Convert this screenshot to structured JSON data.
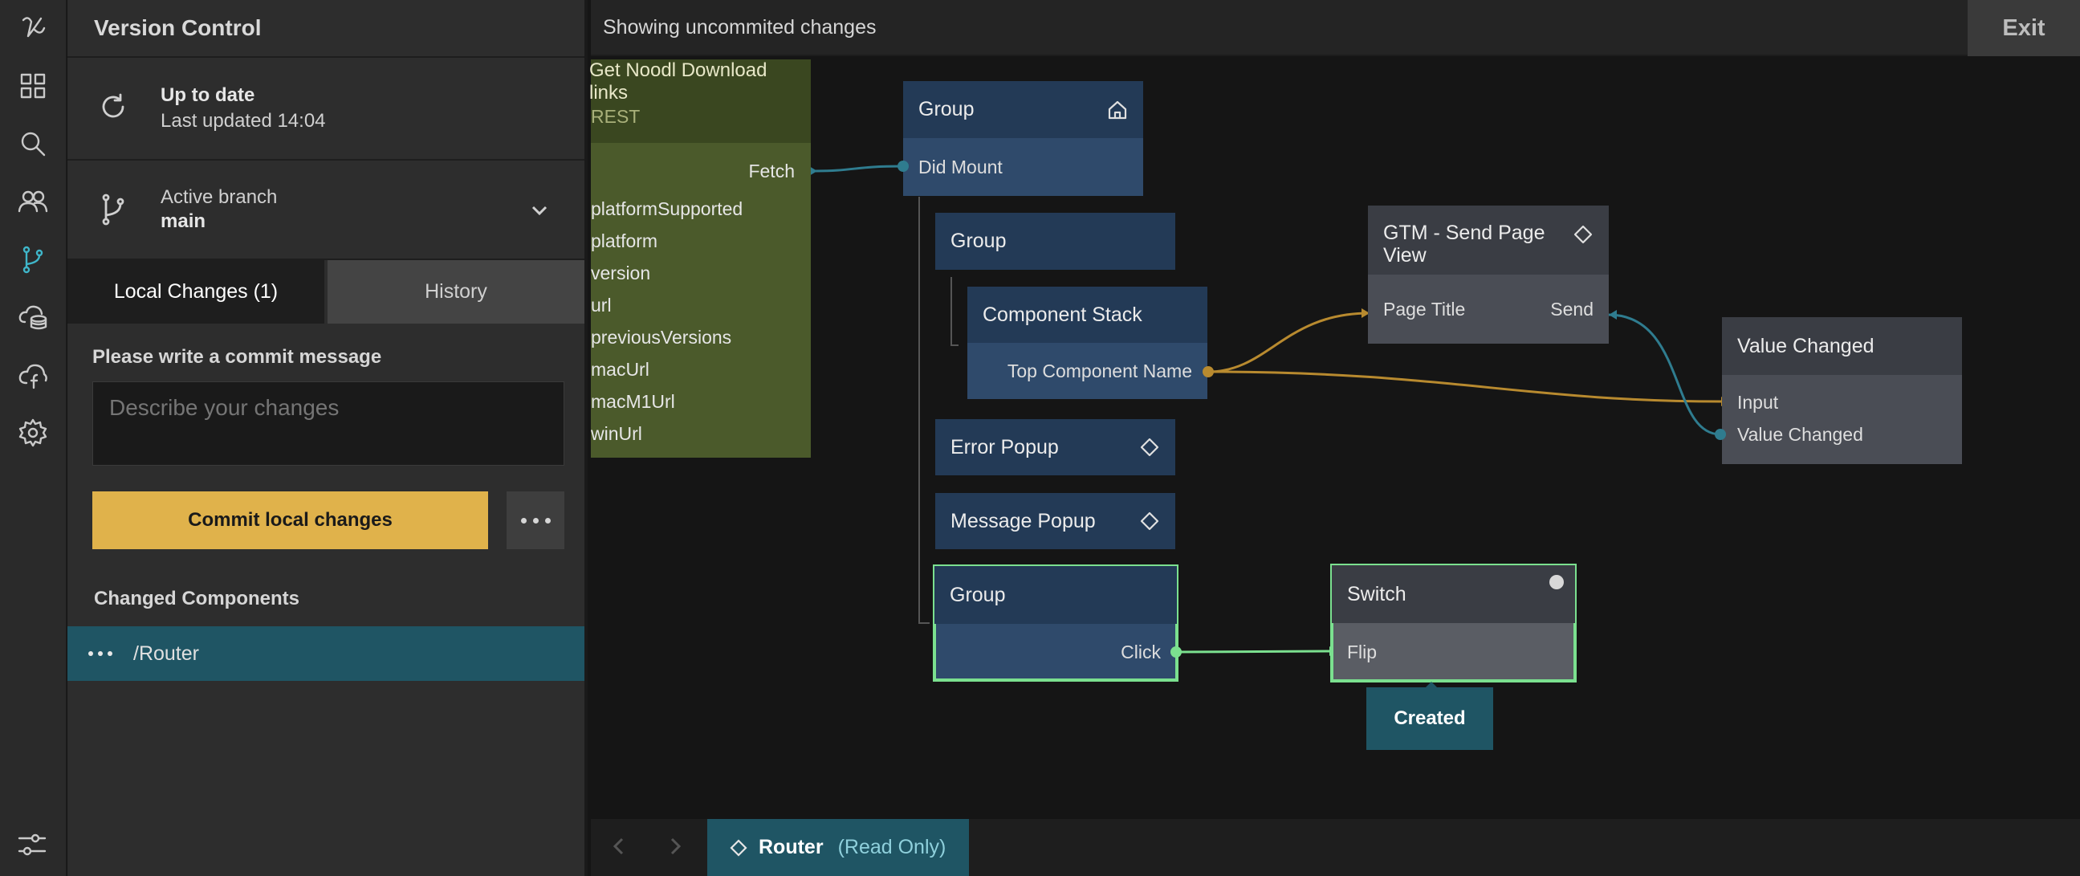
{
  "rail": {
    "icons": [
      "logo-icon",
      "components-grid-icon",
      "search-icon",
      "users-icon",
      "version-control-icon",
      "cloud-services-icon",
      "cloud-functions-icon",
      "settings-icon",
      "sliders-icon"
    ]
  },
  "panel": {
    "title": "Version Control",
    "status": {
      "primary": "Up to date",
      "secondary": "Last updated 14:04"
    },
    "branch": {
      "label": "Active branch",
      "name": "main"
    },
    "tabs": [
      {
        "label": "Local Changes (1)",
        "active": true
      },
      {
        "label": "History",
        "active": false
      }
    ],
    "commit": {
      "label": "Please write a commit message",
      "placeholder": "Describe your changes",
      "button": "Commit local changes"
    },
    "changed": {
      "title": "Changed Components",
      "items": [
        "/Router"
      ]
    }
  },
  "canvas": {
    "title": "Showing uncommited changes",
    "exit_label": "Exit",
    "rest_node": {
      "title": "Get Noodl Download links",
      "subtitle": "REST",
      "input": "Fetch",
      "outputs": [
        "platformSupported",
        "platform",
        "version",
        "url",
        "previousVersions",
        "macUrl",
        "macM1Url",
        "winUrl"
      ]
    },
    "nodes": {
      "group_root": {
        "title": "Group",
        "port": "Did Mount"
      },
      "group_child": {
        "title": "Group"
      },
      "component_stack": {
        "title": "Component Stack",
        "port": "Top Component Name"
      },
      "error_popup": {
        "title": "Error Popup"
      },
      "message_popup": {
        "title": "Message Popup"
      },
      "group_created": {
        "title": "Group",
        "port": "Click"
      },
      "gtm": {
        "title": "GTM - Send Page View",
        "in_port": "Page Title",
        "out_port": "Send"
      },
      "value_changed": {
        "title": "Value Changed",
        "in_port": "Input",
        "out_port": "Value Changed"
      },
      "switch": {
        "title": "Switch",
        "port": "Flip"
      }
    },
    "created_label": "Created",
    "colors": {
      "created_outline": "#7be08f",
      "wire_orange": "#b88a2f",
      "wire_teal": "#2f7c8f",
      "wire_green": "#7be08f"
    }
  },
  "bottombar": {
    "component": "Router",
    "mode": "(Read Only)"
  }
}
